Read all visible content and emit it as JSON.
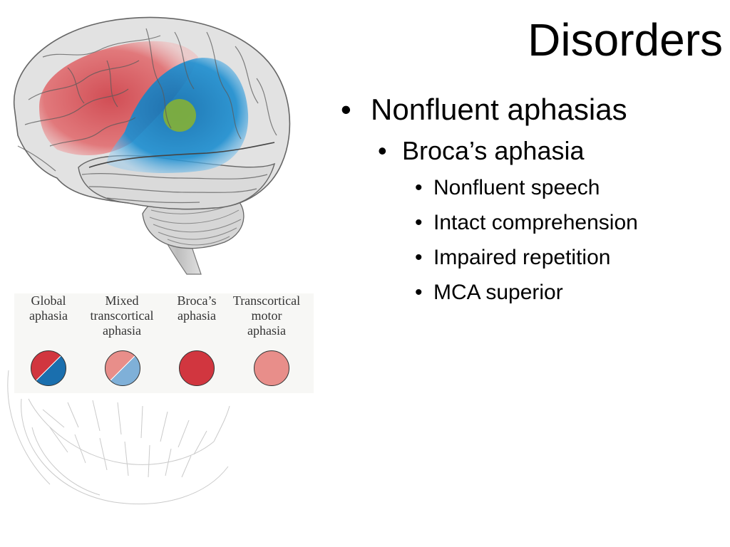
{
  "slide": {
    "title": "Disorders",
    "bullets": {
      "level1": "Nonfluent aphasias",
      "level2": "Broca’s aphasia",
      "level3": [
        "Nonfluent speech",
        "Intact comprehension",
        "Impaired repetition",
        "MCA superior"
      ],
      "marker": "•"
    }
  },
  "figure": {
    "legend": [
      {
        "label": "Global\naphasia",
        "swatch_top": "#d1363f",
        "swatch_bottom": "#1a6fae"
      },
      {
        "label": "Mixed\ntranscortical\naphasia",
        "swatch_top": "#e88e8a",
        "swatch_bottom": "#7fb0d8"
      },
      {
        "label": "Broca’s\naphasia",
        "swatch_top": "#d1363f",
        "swatch_bottom": "#d1363f"
      },
      {
        "label": "Transcortical\nmotor\naphasia",
        "swatch_top": "#e88e8a",
        "swatch_bottom": "#e88e8a"
      }
    ],
    "colors": {
      "frontal_red": "#d9525a",
      "perisylvian_blue": "#1b86c8",
      "broca_green": "#7fae3c",
      "brain_gray": "#d9d9d9"
    }
  }
}
